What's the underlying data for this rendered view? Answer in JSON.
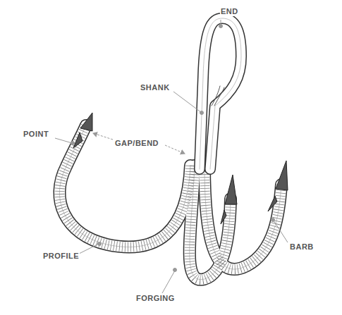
{
  "diagram": {
    "labels": [
      "END",
      "SHANK",
      "POINT",
      "GAP/BEND",
      "PROFILE",
      "BARB",
      "FORGING"
    ]
  }
}
